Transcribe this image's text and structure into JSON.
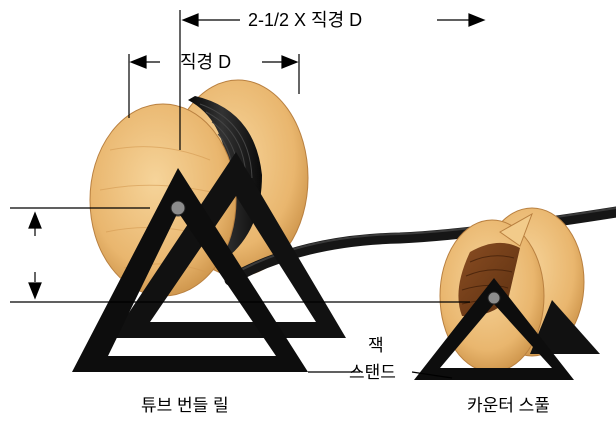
{
  "dimension_labels": {
    "overall_distance": "2-1/2 X 직경 D",
    "reel_diameter": "직경 D"
  },
  "callouts": {
    "jack_stand_line1": "잭",
    "jack_stand_line2": "스탠드"
  },
  "captions": {
    "left_reel": "튜브 번들 릴",
    "right_reel": "카운터 스풀"
  },
  "colors": {
    "wood_light": "#f2cb8a",
    "wood_dark": "#d9a259",
    "stand": "#111111",
    "tube": "#151515",
    "line": "#000000"
  }
}
